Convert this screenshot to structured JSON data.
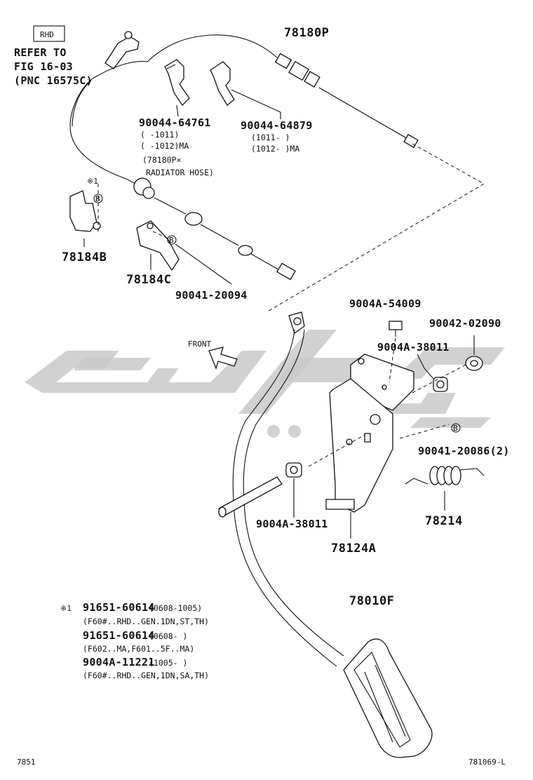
{
  "page": {
    "rhd_tag": "RHD",
    "refer_lines": [
      "REFER TO",
      "FIG 16-03",
      "(PNC 16575C)"
    ],
    "page_code_left": "7851",
    "page_code_right": "781069-L",
    "front_label": "FRONT"
  },
  "callouts": {
    "cable": "78180P",
    "clamp_a": "90044-64761",
    "clamp_a_note1": "(      -1011)",
    "clamp_a_note2": "(      -1012)MA",
    "clamp_a_note3": "(78180P×",
    "clamp_a_note4": "RADIATOR HOSE)",
    "clamp_b": "90044-64879",
    "clamp_b_note1": "(1011-     )",
    "clamp_b_note2": "(1012-     )MA",
    "bracket_b": "78184B",
    "bracket_c": "78184C",
    "bolt_a": "90041-20094",
    "bolt_b": "9004A-54009",
    "washer": "90042-02090",
    "bushing_top": "9004A-38011",
    "bolt_c": "90041-20086(2)",
    "spring": "78214",
    "bushing_bottom": "9004A-38011",
    "support": "78124A",
    "pedal": "78010F",
    "mark_star": "※1",
    "mark_b": "B"
  },
  "footnote": {
    "mark": "※1",
    "lines": [
      {
        "pn": "91651-60614",
        "note": "(0608-1005)"
      },
      {
        "pn": "",
        "note": "(F60#..RHD..GEN.1DN,ST,TH)"
      },
      {
        "pn": "91651-60614",
        "note": "(0608-     )"
      },
      {
        "pn": "",
        "note": "(F602..MA,F601..5F..MA)"
      },
      {
        "pn": "9004A-11221",
        "note": "(1005-     )"
      },
      {
        "pn": "",
        "note": "(F60#..RHD..GEN,1DN,SA,TH)"
      }
    ]
  }
}
